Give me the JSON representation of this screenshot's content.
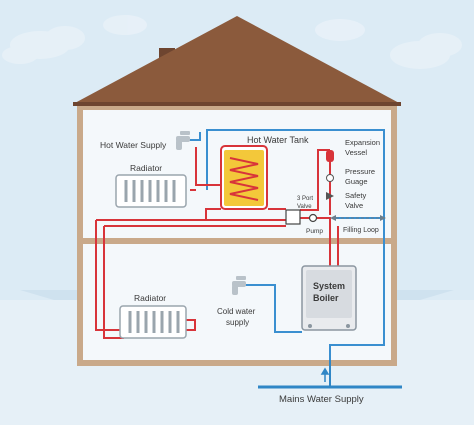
{
  "labels": {
    "hot_water_supply": "Hot Water Supply",
    "hot_water_tank": "Hot Water Tank",
    "expansion_vessel_line1": "Expansion",
    "expansion_vessel_line2": "Vessel",
    "pressure_gauge_line1": "Pressure",
    "pressure_gauge_line2": "Guage",
    "safety_valve_line1": "Safety",
    "safety_valve_line2": "Valve",
    "three_port_valve_line1": "3 Port",
    "three_port_valve_line2": "Valve",
    "pump": "Pump",
    "filling_loop": "Filling Loop",
    "radiator_upper": "Radiator",
    "radiator_lower": "Radiator",
    "cold_water_supply_line1": "Cold water",
    "cold_water_supply_line2": "supply",
    "system_boiler_line1": "System",
    "system_boiler_line2": "Boiler",
    "mains_water_supply": "Mains Water Supply"
  },
  "colors": {
    "sky": "#dcebf5",
    "roof": "#8b5a3c",
    "roof_dark": "#6e4530",
    "wall": "#c9a98a",
    "interior": "#f4f8fb",
    "hot_pipe": "#d8343a",
    "cold_pipe": "#3a8fd0",
    "tank_fill": "#f3c83a",
    "boiler": "#e9ebee",
    "mains": "#2f86c6"
  },
  "icons": [
    "tap-icon",
    "radiator-icon",
    "coil-icon",
    "expansion-vessel-icon",
    "pressure-gauge-icon",
    "safety-valve-icon",
    "arrow-up-icon"
  ]
}
